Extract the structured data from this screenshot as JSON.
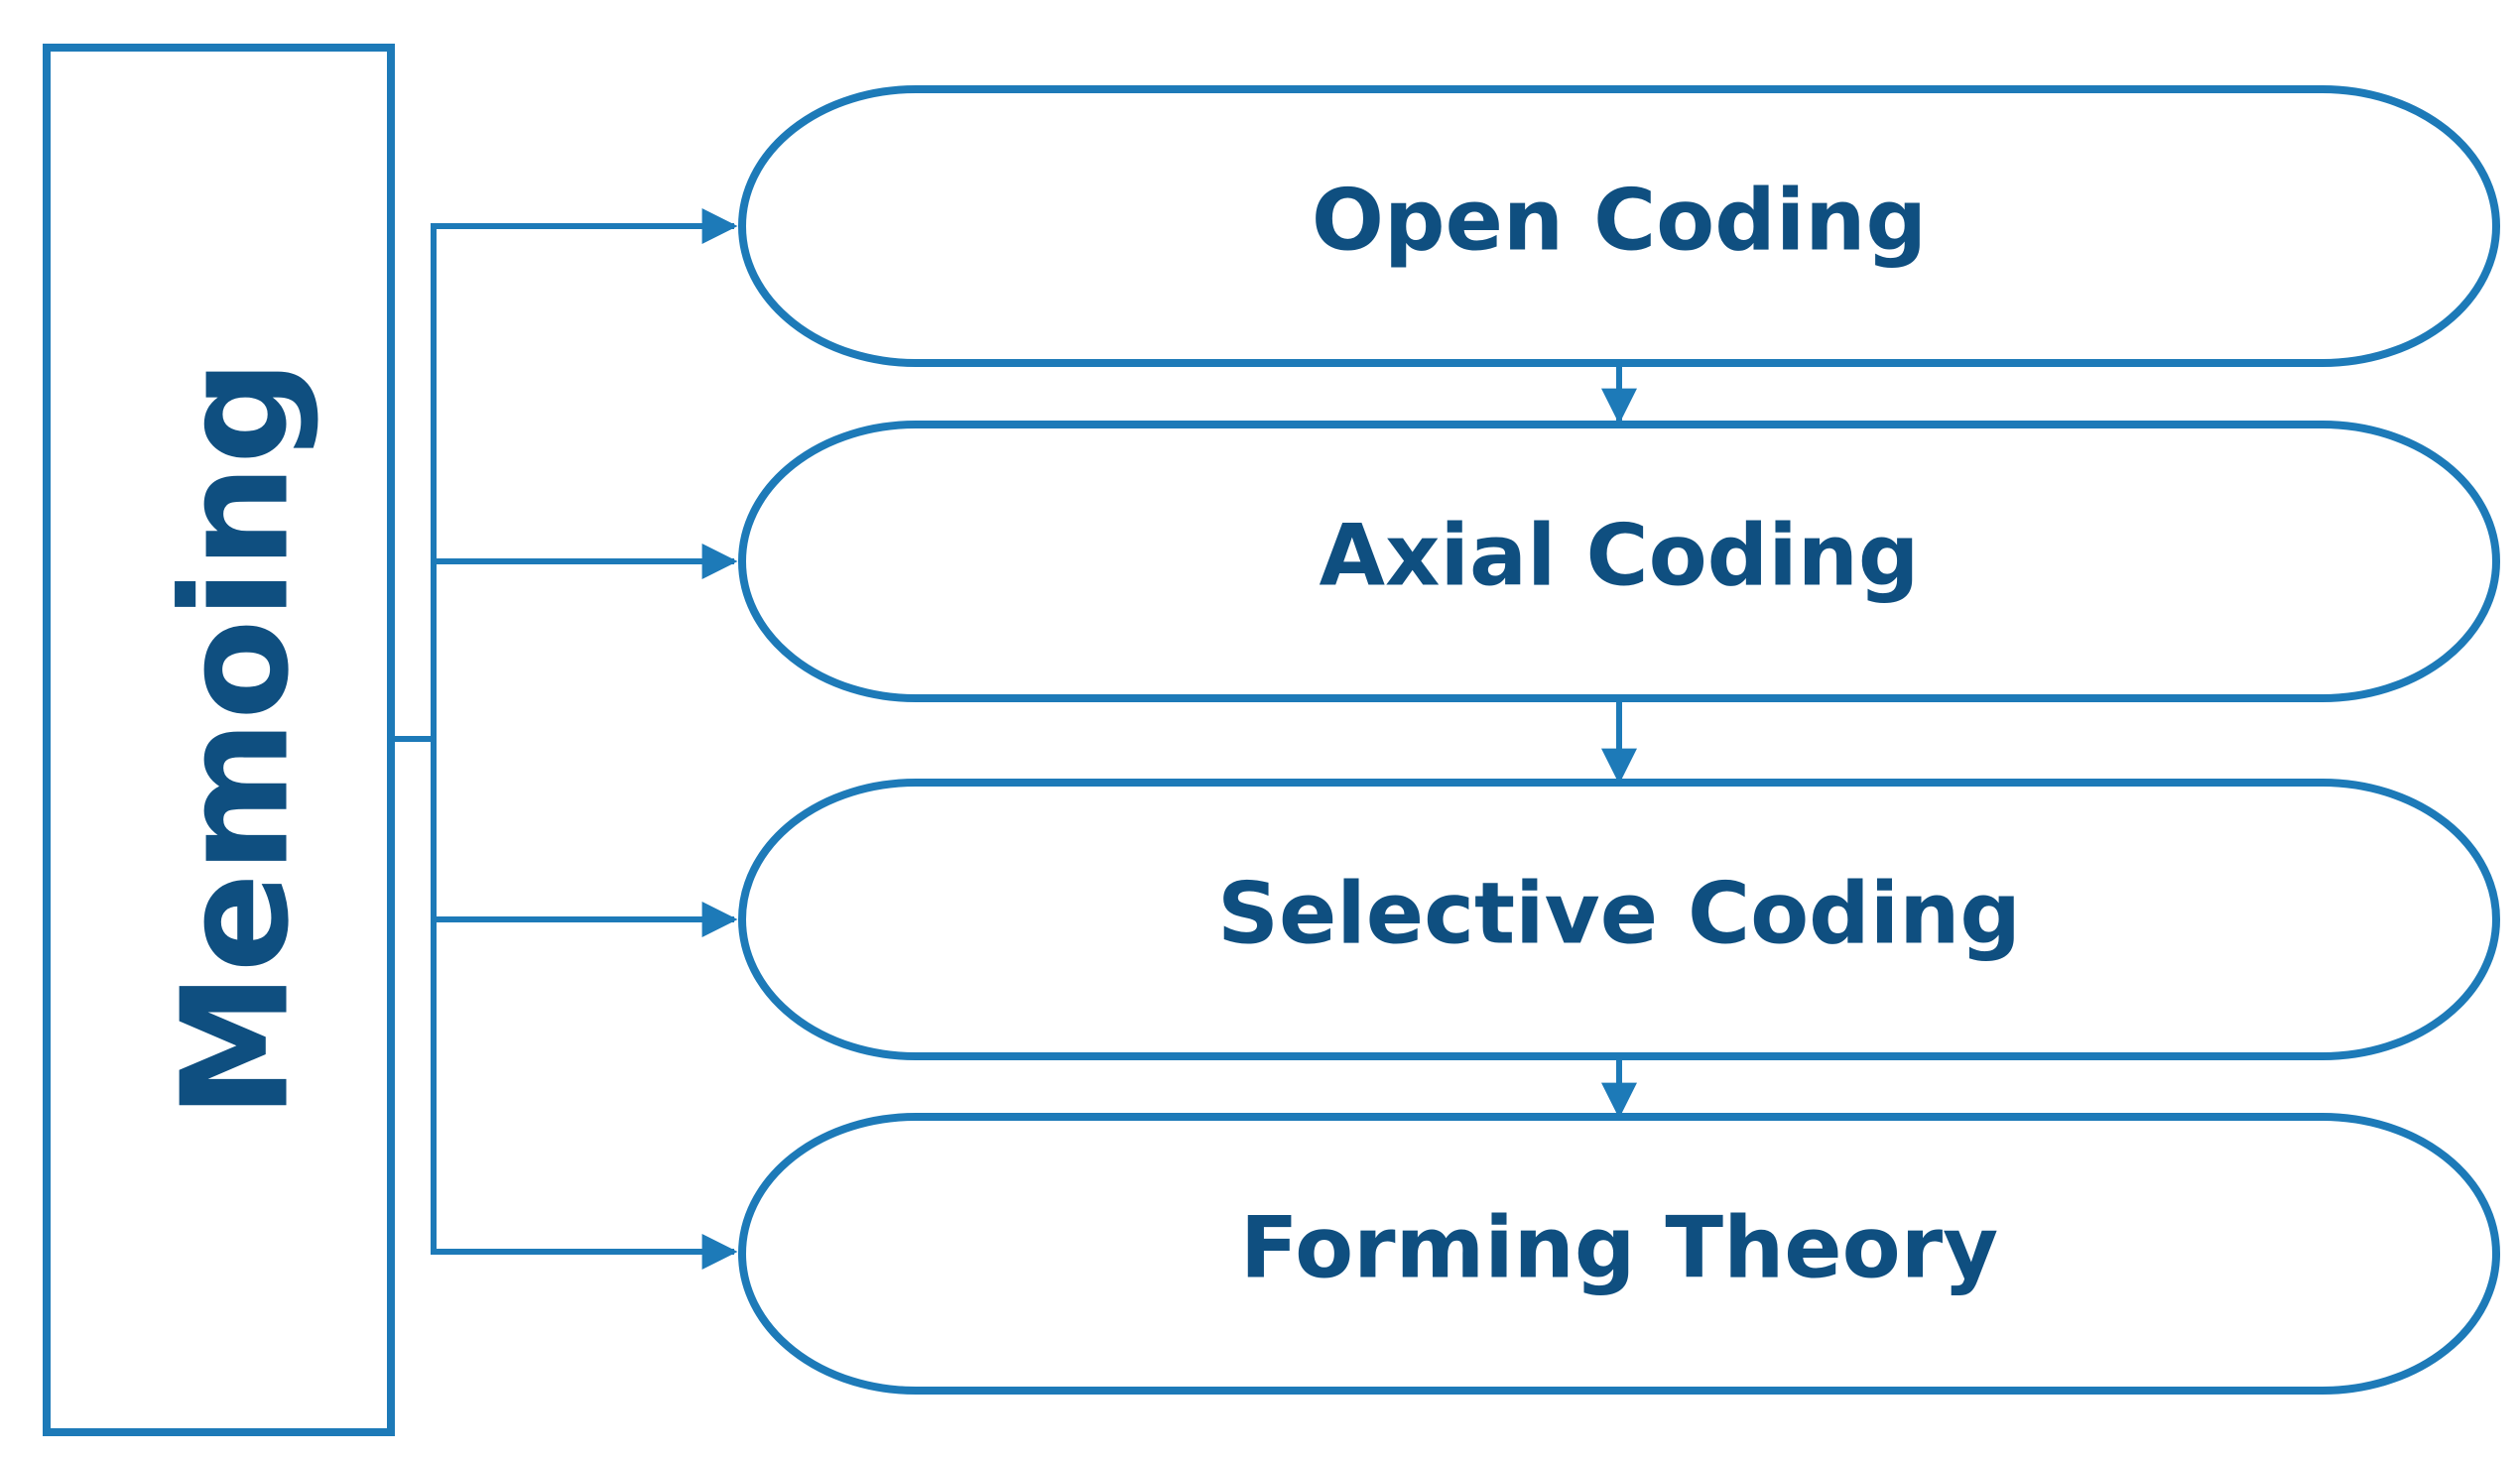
{
  "colors": {
    "stroke": "#1d7ab8",
    "text": "#0f4f80",
    "background": "#ffffff"
  },
  "side_box": {
    "label": "Memoing"
  },
  "steps": [
    {
      "label": "Open Coding"
    },
    {
      "label": "Axial Coding"
    },
    {
      "label": "Selective Coding"
    },
    {
      "label": "Forming Theory"
    }
  ]
}
